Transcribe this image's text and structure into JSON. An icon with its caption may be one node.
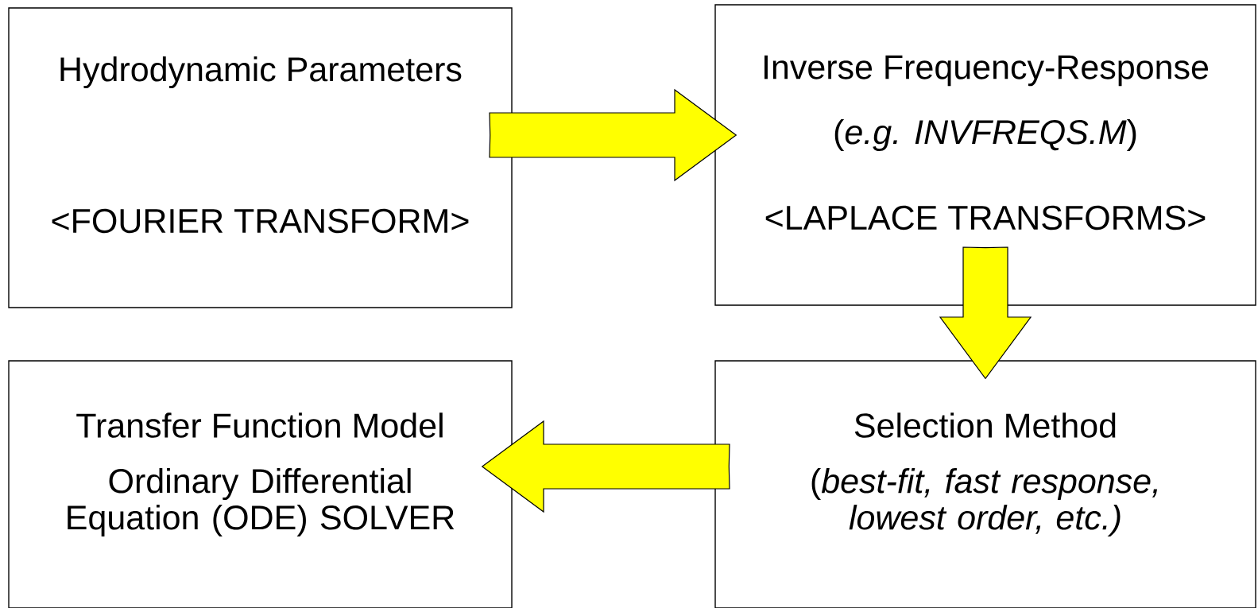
{
  "diagram": {
    "nodes": [
      {
        "text": [
          "Hydrodynamic Parameters",
          "<FOURIER TRANSFORM>"
        ]
      },
      {
        "text": [
          "Inverse Frequency-Response",
          "(*e.g. INVFREQS.M*)",
          "<LAPLACE TRANSFORMS>"
        ]
      },
      {
        "text": [
          "Transfer Function Model",
          "Ordinary Differential Equation (ODE) SOLVER"
        ]
      },
      {
        "text": [
          "Selection Method",
          "(*best-fit, fast response, lowest order, etc.)*"
        ]
      }
    ],
    "edges": [
      {
        "from": 0,
        "to": 1,
        "arrow": "to"
      },
      {
        "from": 1,
        "to": 3,
        "arrow": "to"
      },
      {
        "from": 3,
        "to": 2,
        "arrow": "to"
      }
    ]
  }
}
